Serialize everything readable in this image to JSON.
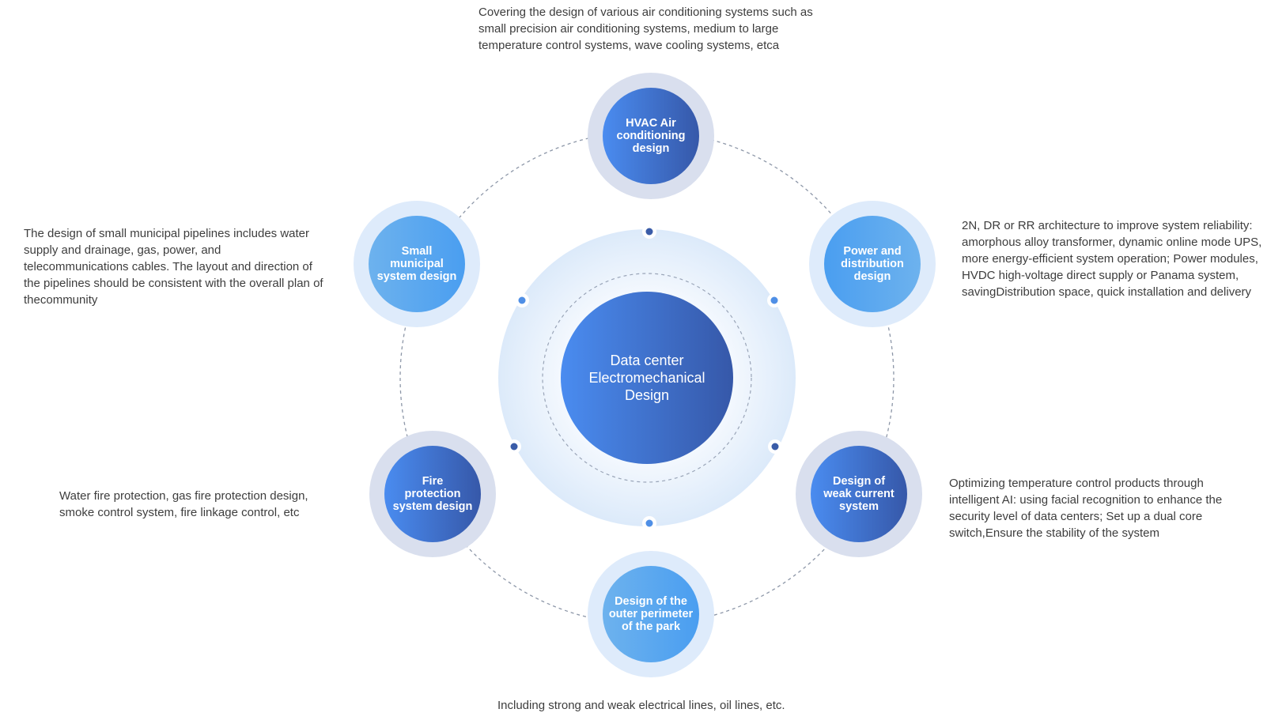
{
  "center": {
    "label": "Data center\nElectromechanical\nDesign"
  },
  "nodes": {
    "hvac": {
      "label": "HVAC Air\nconditioning\ndesign",
      "description": "Covering the design of various air conditioning systems such as small precision air conditioning systems, medium to large temperature control systems, wave cooling systems, etca"
    },
    "power": {
      "label": "Power and\ndistribution\ndesign",
      "description": "2N, DR or RR architecture to improve system reliability: amorphous alloy transformer, dynamic online mode UPS, more energy-efficient system operation; Power modules, HVDC high-voltage direct supply or Panama system, savingDistribution space, quick installation and delivery"
    },
    "weak_current": {
      "label": "Design of\nweak current\nsystem",
      "description": "Optimizing temperature control products through intelligent AI: using facial recognition to enhance the security level of data centers; Set up a dual core switch,Ensure the stability of the system"
    },
    "perimeter": {
      "label": "Design of the\nouter perimeter\nof the park",
      "description": "Including strong and weak electrical lines, oil lines, etc."
    },
    "fire": {
      "label": "Fire\nprotection\nsystem design",
      "description": "Water fire protection, gas fire protection design, smoke control system, fire linkage control, etc"
    },
    "municipal": {
      "label": "Small\nmunicipal\nsystem design",
      "description": "The design of small municipal pipelines includes water supply and drainage, gas, power, and telecommunications cables. The layout and direction of the pipelines should be consistent with the overall plan of thecommunity"
    }
  },
  "colors": {
    "text": "#3d3d3d",
    "ring_gray": "#d9dfee",
    "ring_light_blue": "#deebfb",
    "dark_blue_start": "#4a8cf0",
    "dark_blue_end": "#3658a9",
    "light_blue_start": "#6db2ee",
    "light_blue_end": "#4a9ef0",
    "dot_dark": "#3a5ca8",
    "dot_light": "#4f8fe6",
    "dashed_line": "#8d97a8"
  }
}
